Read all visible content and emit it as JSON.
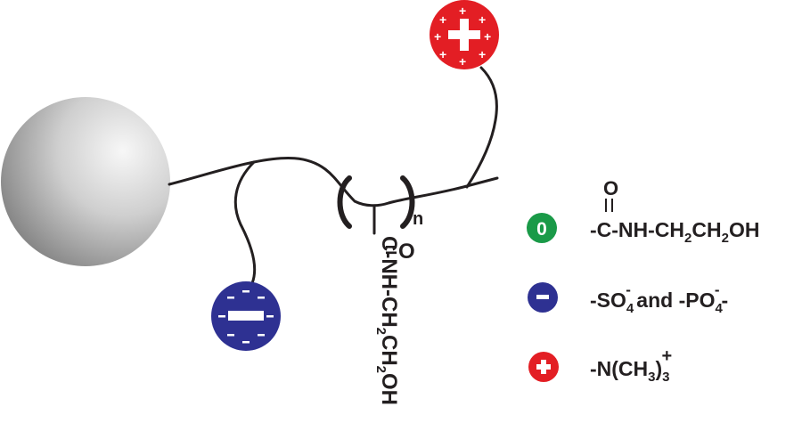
{
  "colors": {
    "line": "#231f20",
    "neutral": "#1a9a48",
    "negative": "#2e3192",
    "positive": "#e31e24",
    "bead_light": "#f4f4f4",
    "bead_dark": "#7a7a7a"
  },
  "icons": {
    "bead": "grey-sphere-bead",
    "positive_big": "positive-charge-ball-icon",
    "negative_big": "negative-charge-ball-icon",
    "neutral_small": "neutral-zero-icon",
    "negative_small": "negative-minus-icon",
    "positive_small": "positive-plus-icon"
  },
  "polymer": {
    "repeat_subscript": "n",
    "side_carbonyl_o": "O",
    "side_carbonyl_bond": "=",
    "side_chain_c": "C-NH-CH",
    "side_chain_sub1": "2",
    "side_chain_ch": "CH",
    "side_chain_sub2": "2",
    "side_chain_oh": "OH"
  },
  "legend": {
    "neutral": {
      "badge": "0",
      "carbonyl_o": "O",
      "formula_a": "-C-NH-CH",
      "sub1": "2",
      "formula_b": "CH",
      "sub2": "2",
      "formula_c": "OH"
    },
    "negative": {
      "badge": "-",
      "p1": "-SO",
      "p1_sub": "4",
      "p1_sup": "-",
      "p2": " and -PO",
      "p2_sub": "4",
      "p2_sup": "-",
      "p3": "-"
    },
    "positive": {
      "badge": "+",
      "p1": "-N(CH",
      "p1_sub": "3",
      "p2": ")",
      "p2_sub": "3",
      "p2_sup": "+"
    }
  }
}
